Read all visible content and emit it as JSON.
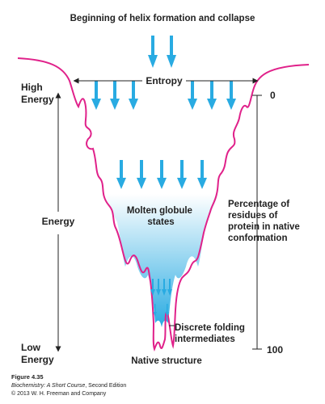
{
  "title": "Beginning of helix formation and collapse",
  "entropy_label": "Entropy",
  "high_energy": [
    "High",
    "Energy"
  ],
  "low_energy": [
    "Low",
    "Energy"
  ],
  "energy_label": "Energy",
  "molten_globule": [
    "Molten globule",
    "states"
  ],
  "percentage_label": [
    "Percentage of",
    "residues of",
    "protein in native",
    "conformation"
  ],
  "scale_top": "0",
  "scale_bottom": "100",
  "discrete_folding": [
    "Discrete folding",
    "intermediates"
  ],
  "native_structure": "Native structure",
  "caption": {
    "figure": "Figure 4.35",
    "book_title": "Biochemistry: A Short Course",
    "edition": ", Second Edition",
    "copyright": "© 2013 W. H. Freeman and Company"
  },
  "colors": {
    "funnel_outline": "#e0218a",
    "arrow": "#29abe2",
    "fill_top": "#ffffff",
    "fill_bottom": "#29abe2",
    "text": "#222222"
  },
  "icons": {
    "collapse_arrows": "down-arrow-icon",
    "entropy_arrows": "double-headed-arrow-icon"
  }
}
